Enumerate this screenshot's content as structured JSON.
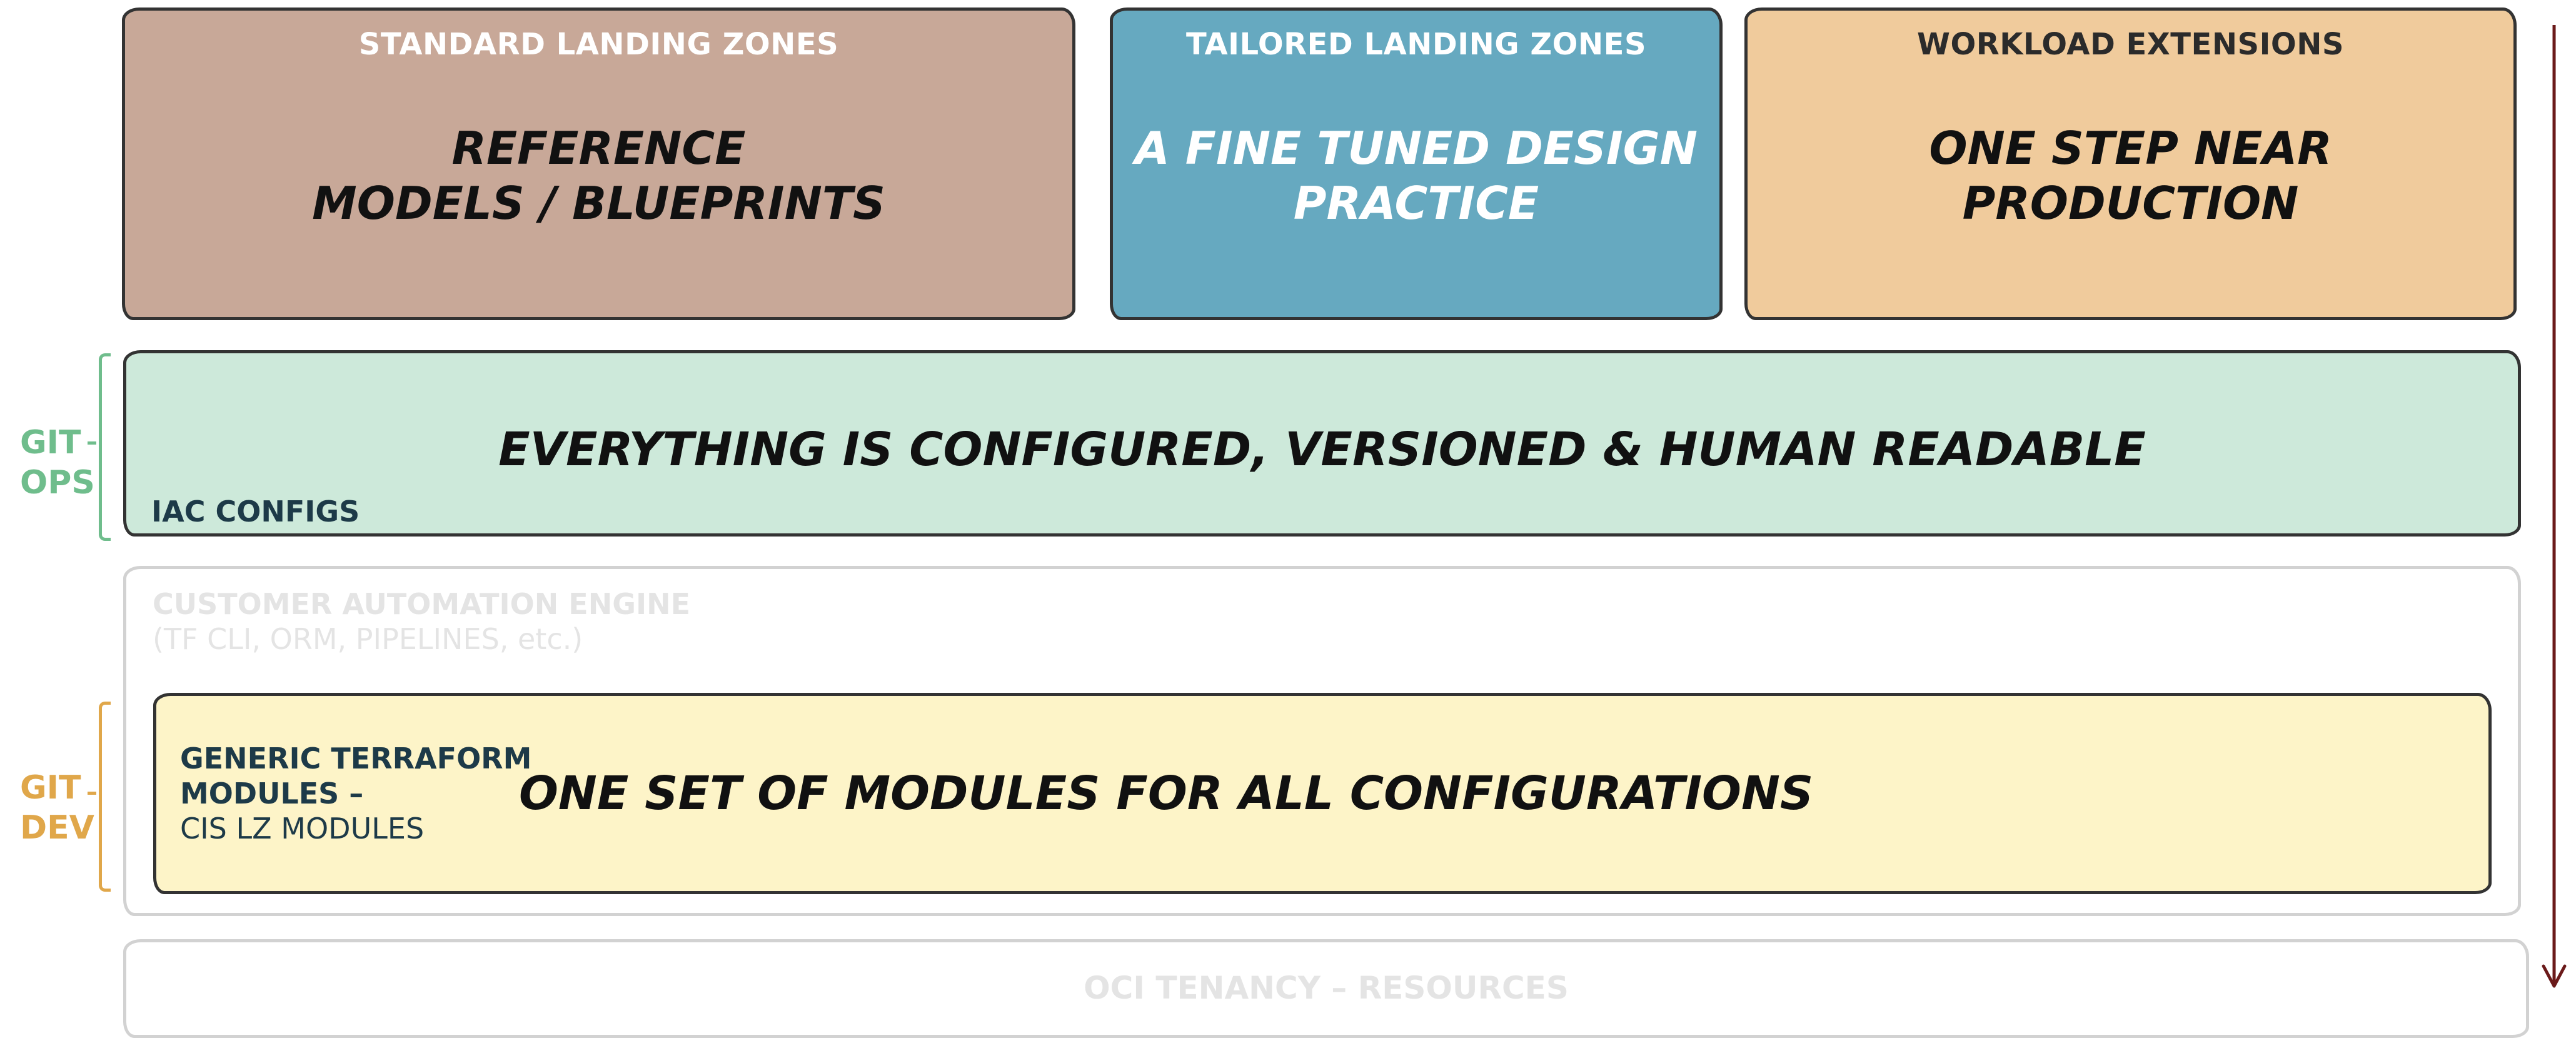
{
  "top_boxes": [
    {
      "label": "STANDARD LANDING ZONES",
      "title_line1": "REFERENCE",
      "title_line2": "MODELS / BLUEPRINTS"
    },
    {
      "label": "TAILORED LANDING ZONES",
      "title_line1": "A FINE TUNED DESIGN",
      "title_line2": "PRACTICE"
    },
    {
      "label": "WORKLOAD EXTENSIONS",
      "title_line1": "ONE STEP NEAR",
      "title_line2": "PRODUCTION"
    }
  ],
  "iac": {
    "title": "EVERYTHING IS CONFIGURED, VERSIONED & HUMAN READABLE",
    "label": "IAC CONFIGS"
  },
  "automation": {
    "title": "CUSTOMER AUTOMATION ENGINE",
    "subtitle": "(TF CLI, ORM, PIPELINES, etc.)"
  },
  "modules": {
    "label_line1": "GENERIC TERRAFORM",
    "label_line2": "MODULES –",
    "label_line3": "CIS LZ MODULES",
    "title": "ONE SET OF MODULES FOR ALL CONFIGURATIONS"
  },
  "tenancy": {
    "label": "OCI TENANCY – RESOURCES"
  },
  "side_labels": {
    "gitops_line1": "GIT",
    "gitops_line2": "OPS",
    "gitdev_line1": "GIT",
    "gitdev_line2": "DEV"
  },
  "colors": {
    "standard": "#c8a898",
    "tailored": "#66a9c0",
    "workload": "#f0cb9c",
    "iac": "#cde9da",
    "modules": "#fdf4c8",
    "gitops": "#6fbd8c",
    "gitdev": "#e0a74a",
    "arrow": "#6b1a1a"
  }
}
